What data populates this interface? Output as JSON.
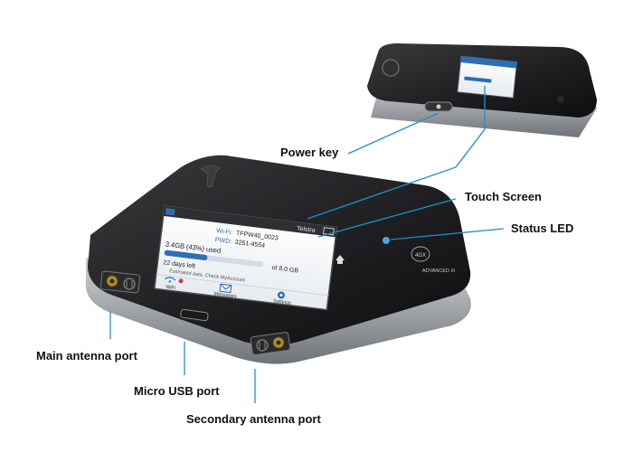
{
  "callouts": {
    "power_key": "Power key",
    "touch_screen": "Touch Screen",
    "status_led": "Status LED",
    "main_antenna_port": "Main antenna port",
    "micro_usb_port": "Micro USB port",
    "secondary_antenna_port": "Secondary antenna port"
  },
  "device": {
    "badge": "4GX",
    "model": "ADVANCED III"
  },
  "screen": {
    "carrier": "Telstra",
    "wifi_name_label": "Wi-Fi:",
    "wifi_name": "TFPW40_0023",
    "pwd_label": "PWD:",
    "pwd_value": "3251-4554",
    "usage": "3.4GB (43%) used",
    "usage_total": "of 8.0 GB",
    "days_left": "22 days left",
    "estimated_note": "Estimated data. Check MyAccount.",
    "nav_wifi": "WiFi",
    "nav_messages": "Messages",
    "nav_settings": "Settings"
  },
  "colors": {
    "leader_line": "#1f8fc8",
    "device_body": "#1c1c1e",
    "silver_rim": "#b8bcc0",
    "screen_bg": "#f4f6f8",
    "screen_bar": "#2f6db5",
    "led": "#49a6e0"
  },
  "icons": [
    "telstra-logo-icon",
    "home-icon",
    "back-icon",
    "wifi-icon",
    "messages-icon",
    "settings-icon",
    "antenna-connector-icon",
    "usb-port-icon",
    "power-button-icon"
  ]
}
